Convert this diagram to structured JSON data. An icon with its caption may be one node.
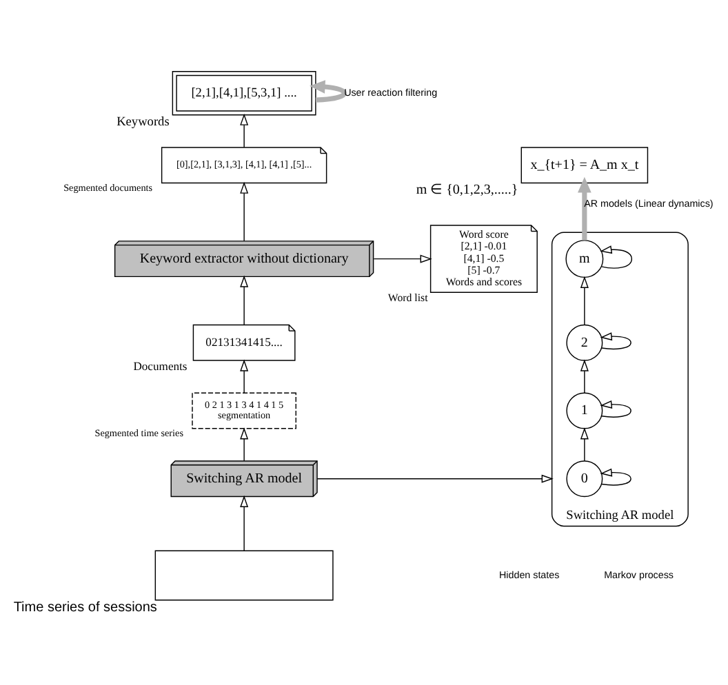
{
  "diagram": {
    "nodes": [
      {
        "text": [
          "[2,1],[4,1],[5,3,1] ...."
        ],
        "beside": [
          "Keywords"
        ]
      },
      {
        "text": [
          "[0],[2,1], [3,1,3], [4,1], [4,1] ,[5]..."
        ],
        "beside": [
          "Segmented documents"
        ]
      },
      {
        "text": [
          "Keyword extractor without dictionary"
        ]
      },
      {
        "text": [
          "02131341415...."
        ],
        "beside": [
          "Documents"
        ]
      },
      {
        "text": [
          "Word score",
          "[2,1] -0.01",
          "[4,1] -0.5",
          "[5] -0.7",
          "Words and scores"
        ],
        "beside": [
          "Word list"
        ]
      },
      {
        "text": [
          "0 2 1 3 1 3 4 1 4 1 5",
          "segmentation"
        ],
        "beside": [
          "Segmented time series"
        ]
      },
      {
        "text": [
          "Switching AR model"
        ]
      },
      {
        "text": [],
        "shape": "box",
        "beside": [
          "Time series of sessions"
        ]
      },
      {
        "text": [
          "Switching AR model"
        ]
      },
      {
        "text": [
          "0"
        ],
        "in": 8
      },
      {
        "text": [
          "1"
        ],
        "in": 8
      },
      {
        "text": [
          "2"
        ],
        "in": 8
      },
      {
        "text": [
          "m"
        ],
        "in": 8
      },
      {
        "text": [
          "x_{t+1} = A_m x_t"
        ],
        "beside": [
          "m ∈ {0,1,2,3,.....}"
        ]
      }
    ],
    "edges": [
      {
        "from": 0,
        "to": 0,
        "arrow": "to",
        "label": "User reaction filtering",
        "style": "thick",
        "color": "#b0b0b0"
      },
      {
        "from": 7,
        "to": 6,
        "arrow": "to"
      },
      {
        "from": 6,
        "to": 5,
        "arrow": "to"
      },
      {
        "from": 5,
        "to": 3,
        "arrow": "to"
      },
      {
        "from": 3,
        "to": 2,
        "arrow": "to"
      },
      {
        "from": 2,
        "to": 1,
        "arrow": "to"
      },
      {
        "from": 1,
        "to": 0,
        "arrow": "to"
      },
      {
        "from": 2,
        "to": 4,
        "arrow": "to"
      },
      {
        "from": 6,
        "to": 8,
        "arrow": "to"
      },
      {
        "from": 9,
        "to": 9,
        "arrow": "to"
      },
      {
        "from": 10,
        "to": 10,
        "arrow": "to"
      },
      {
        "from": 11,
        "to": 11,
        "arrow": "to"
      },
      {
        "from": 12,
        "to": 12,
        "arrow": "to"
      },
      {
        "from": 9,
        "to": 10,
        "arrow": "to"
      },
      {
        "from": 10,
        "to": 11,
        "arrow": "to"
      },
      {
        "from": 11,
        "to": 12,
        "arrow": "to"
      },
      {
        "from": 12,
        "to": 13,
        "arrow": "to",
        "label": "AR models (Linear dynamics)",
        "style": "thick",
        "color": "#b0b0b0"
      }
    ],
    "labels": [
      "Hidden states",
      "Markov process"
    ]
  }
}
